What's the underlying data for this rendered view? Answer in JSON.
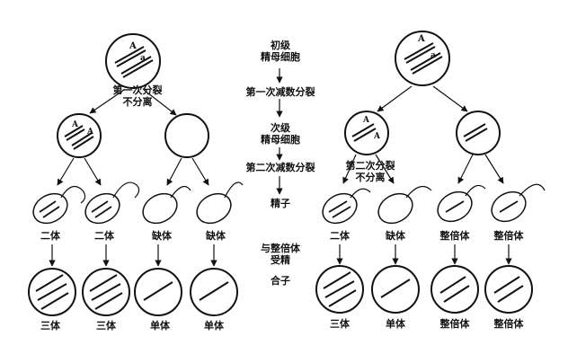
{
  "center": {
    "primary_line1": "初级",
    "primary_line2": "精母细胞",
    "meiosis1": "第一次减数分裂",
    "secondary_line1": "次级",
    "secondary_line2": "精母细胞",
    "meiosis2": "第二次减数分裂",
    "sperm": "精子",
    "fert_line1": "与整倍体",
    "fert_line2": "受精",
    "zygote": "合子"
  },
  "left": {
    "nondisjunction_line1": "第一次分裂",
    "nondisjunction_line2": "不分离",
    "gametes": [
      "二体",
      "二体",
      "缺体",
      "缺体"
    ],
    "zygotes": [
      "三体",
      "三体",
      "单体",
      "单体"
    ]
  },
  "right": {
    "nondisjunction_line1": "第二次分裂",
    "nondisjunction_line2": "不分离",
    "gametes": [
      "二体",
      "缺体",
      "整倍体",
      "整倍体"
    ],
    "zygotes": [
      "三体",
      "单体",
      "整倍体",
      "整倍体"
    ]
  },
  "allele_labels": {
    "dominant": "A",
    "recessive": "a"
  }
}
